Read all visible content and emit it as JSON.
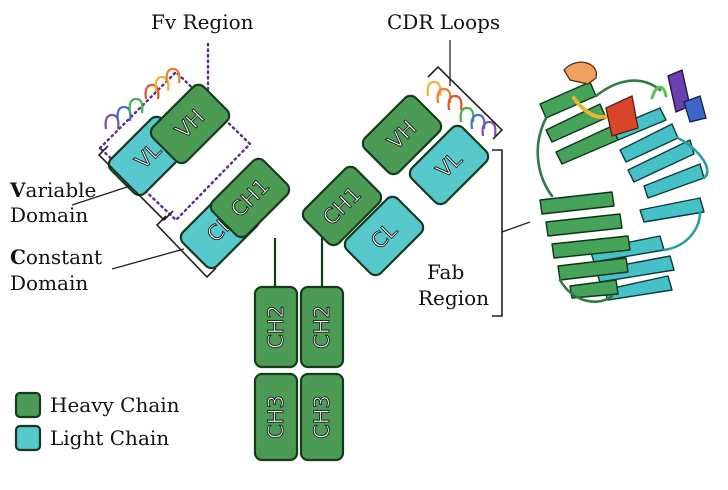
{
  "labels": {
    "fv_region": "Fv Region",
    "cdr_loops": "CDR Loops",
    "variable_initial": "V",
    "variable_rest": "ariable",
    "variable_domain_word": "Domain",
    "constant_initial": "C",
    "constant_rest": "onstant",
    "constant_domain_word": "Domain",
    "fab_line1": "Fab",
    "fab_line2": "Region"
  },
  "domains": {
    "vh": "VH",
    "vl": "VL",
    "ch1": "CH1",
    "cl": "CL",
    "ch2": "CH2",
    "ch3": "CH3"
  },
  "legend": {
    "heavy": "Heavy Chain",
    "light": "Light Chain"
  },
  "colors": {
    "heavy_chain": "#4c9b55",
    "light_chain": "#57c8cb",
    "outline": "#173a1c",
    "fv_region_outline": "#5b2a91",
    "cdr_loops": [
      "#7b4fb5",
      "#3d6fd6",
      "#46b04a",
      "#e0542a",
      "#f0b33a",
      "#f07d2a"
    ]
  },
  "icons": {
    "structure": "fab-ribbon-structure-icon"
  }
}
